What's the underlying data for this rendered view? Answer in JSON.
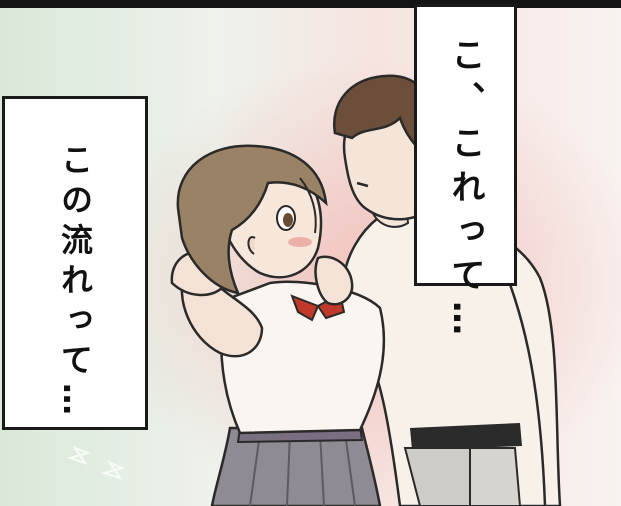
{
  "panel": {
    "art": "manga-panel-girl-and-boy"
  },
  "captions": {
    "left": "この流れって…",
    "right": "こ、これって…"
  },
  "colors": {
    "border": "#141414",
    "bg_green": "#dde9dc",
    "bg_pink": "#f2c9c4",
    "hair_girl": "#9a8266",
    "hair_boy": "#6b4f3a",
    "skirt": "#8f8a93"
  }
}
